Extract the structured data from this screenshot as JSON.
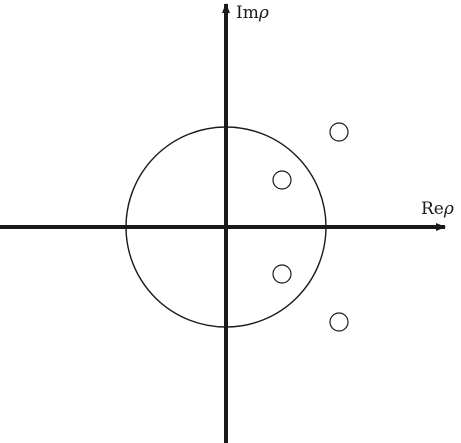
{
  "diagram": {
    "axes": {
      "real": {
        "label_main": "Re",
        "label_symbol": "ρ"
      },
      "imaginary": {
        "label_main": "Im",
        "label_symbol": "ρ"
      }
    },
    "unit_circle": {
      "radius": 1
    },
    "points": [
      {
        "re": 0.56,
        "im": 0.47
      },
      {
        "re": 0.56,
        "im": -0.47
      },
      {
        "re": 1.13,
        "im": 0.95
      },
      {
        "re": 1.13,
        "im": -0.95
      }
    ],
    "colors": {
      "ink": "#1a1a1a",
      "background": "#ffffff"
    }
  }
}
